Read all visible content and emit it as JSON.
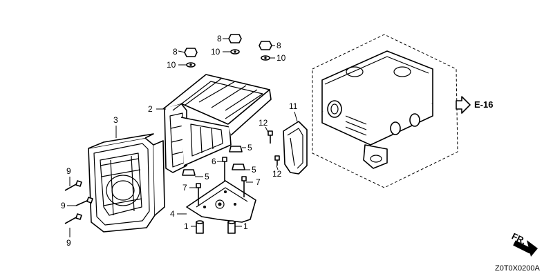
{
  "callouts": {
    "p1a": "1",
    "p1b": "1",
    "p2": "2",
    "p3": "3",
    "p4": "4",
    "p5a": "5",
    "p5b": "5",
    "p5c": "5",
    "p6": "6",
    "p7a": "7",
    "p7b": "7",
    "p8a": "8",
    "p8b": "8",
    "p8c": "8",
    "p9a": "9",
    "p9b": "9",
    "p9c": "9",
    "p10a": "10",
    "p10b": "10",
    "p10c": "10",
    "p11": "11",
    "p12a": "12",
    "p12b": "12"
  },
  "reference": {
    "label": "E-16"
  },
  "direction": {
    "label": "FR."
  },
  "diagram_code": "Z0T0X0200A"
}
